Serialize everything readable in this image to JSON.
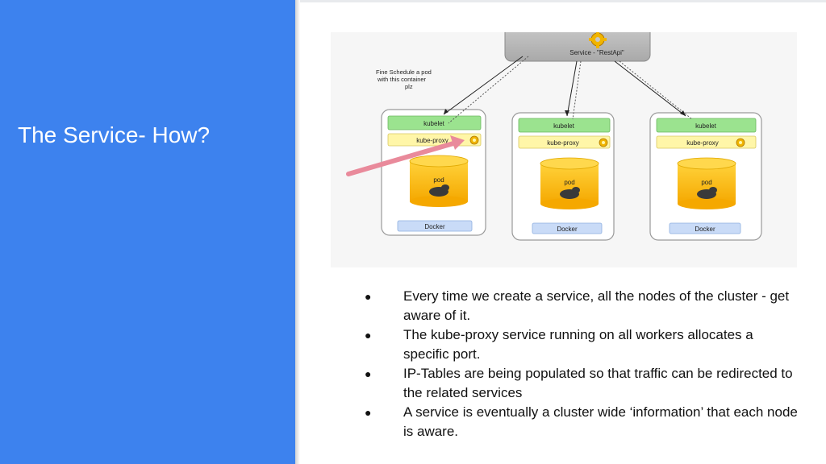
{
  "title": "The Service- How?",
  "diagram": {
    "service_label": "Service - \"RestApi\"",
    "annotation": [
      "Fine Schedule a pod",
      "with this container",
      "plz"
    ],
    "nodes": [
      {
        "kubelet": "kubelet",
        "kube_proxy": "kube-proxy",
        "pod": "pod",
        "docker": "Docker"
      },
      {
        "kubelet": "kubelet",
        "kube_proxy": "kube-proxy",
        "pod": "pod",
        "docker": "Docker"
      },
      {
        "kubelet": "kubelet",
        "kube_proxy": "kube-proxy",
        "pod": "pod",
        "docker": "Docker"
      }
    ]
  },
  "bullets": [
    {
      "marker": "●",
      "text": "Every time we create a service, all the nodes of the cluster - get aware of it."
    },
    {
      "marker": "●",
      "text": "The kube-proxy service running on all workers allocates a specific port."
    },
    {
      "marker": "●",
      "text": "IP-Tables are being populated so that traffic can be redirected to the related services"
    },
    {
      "marker": "●",
      "text": "A service is eventually a cluster wide ‘information’ that each node is aware."
    }
  ]
}
